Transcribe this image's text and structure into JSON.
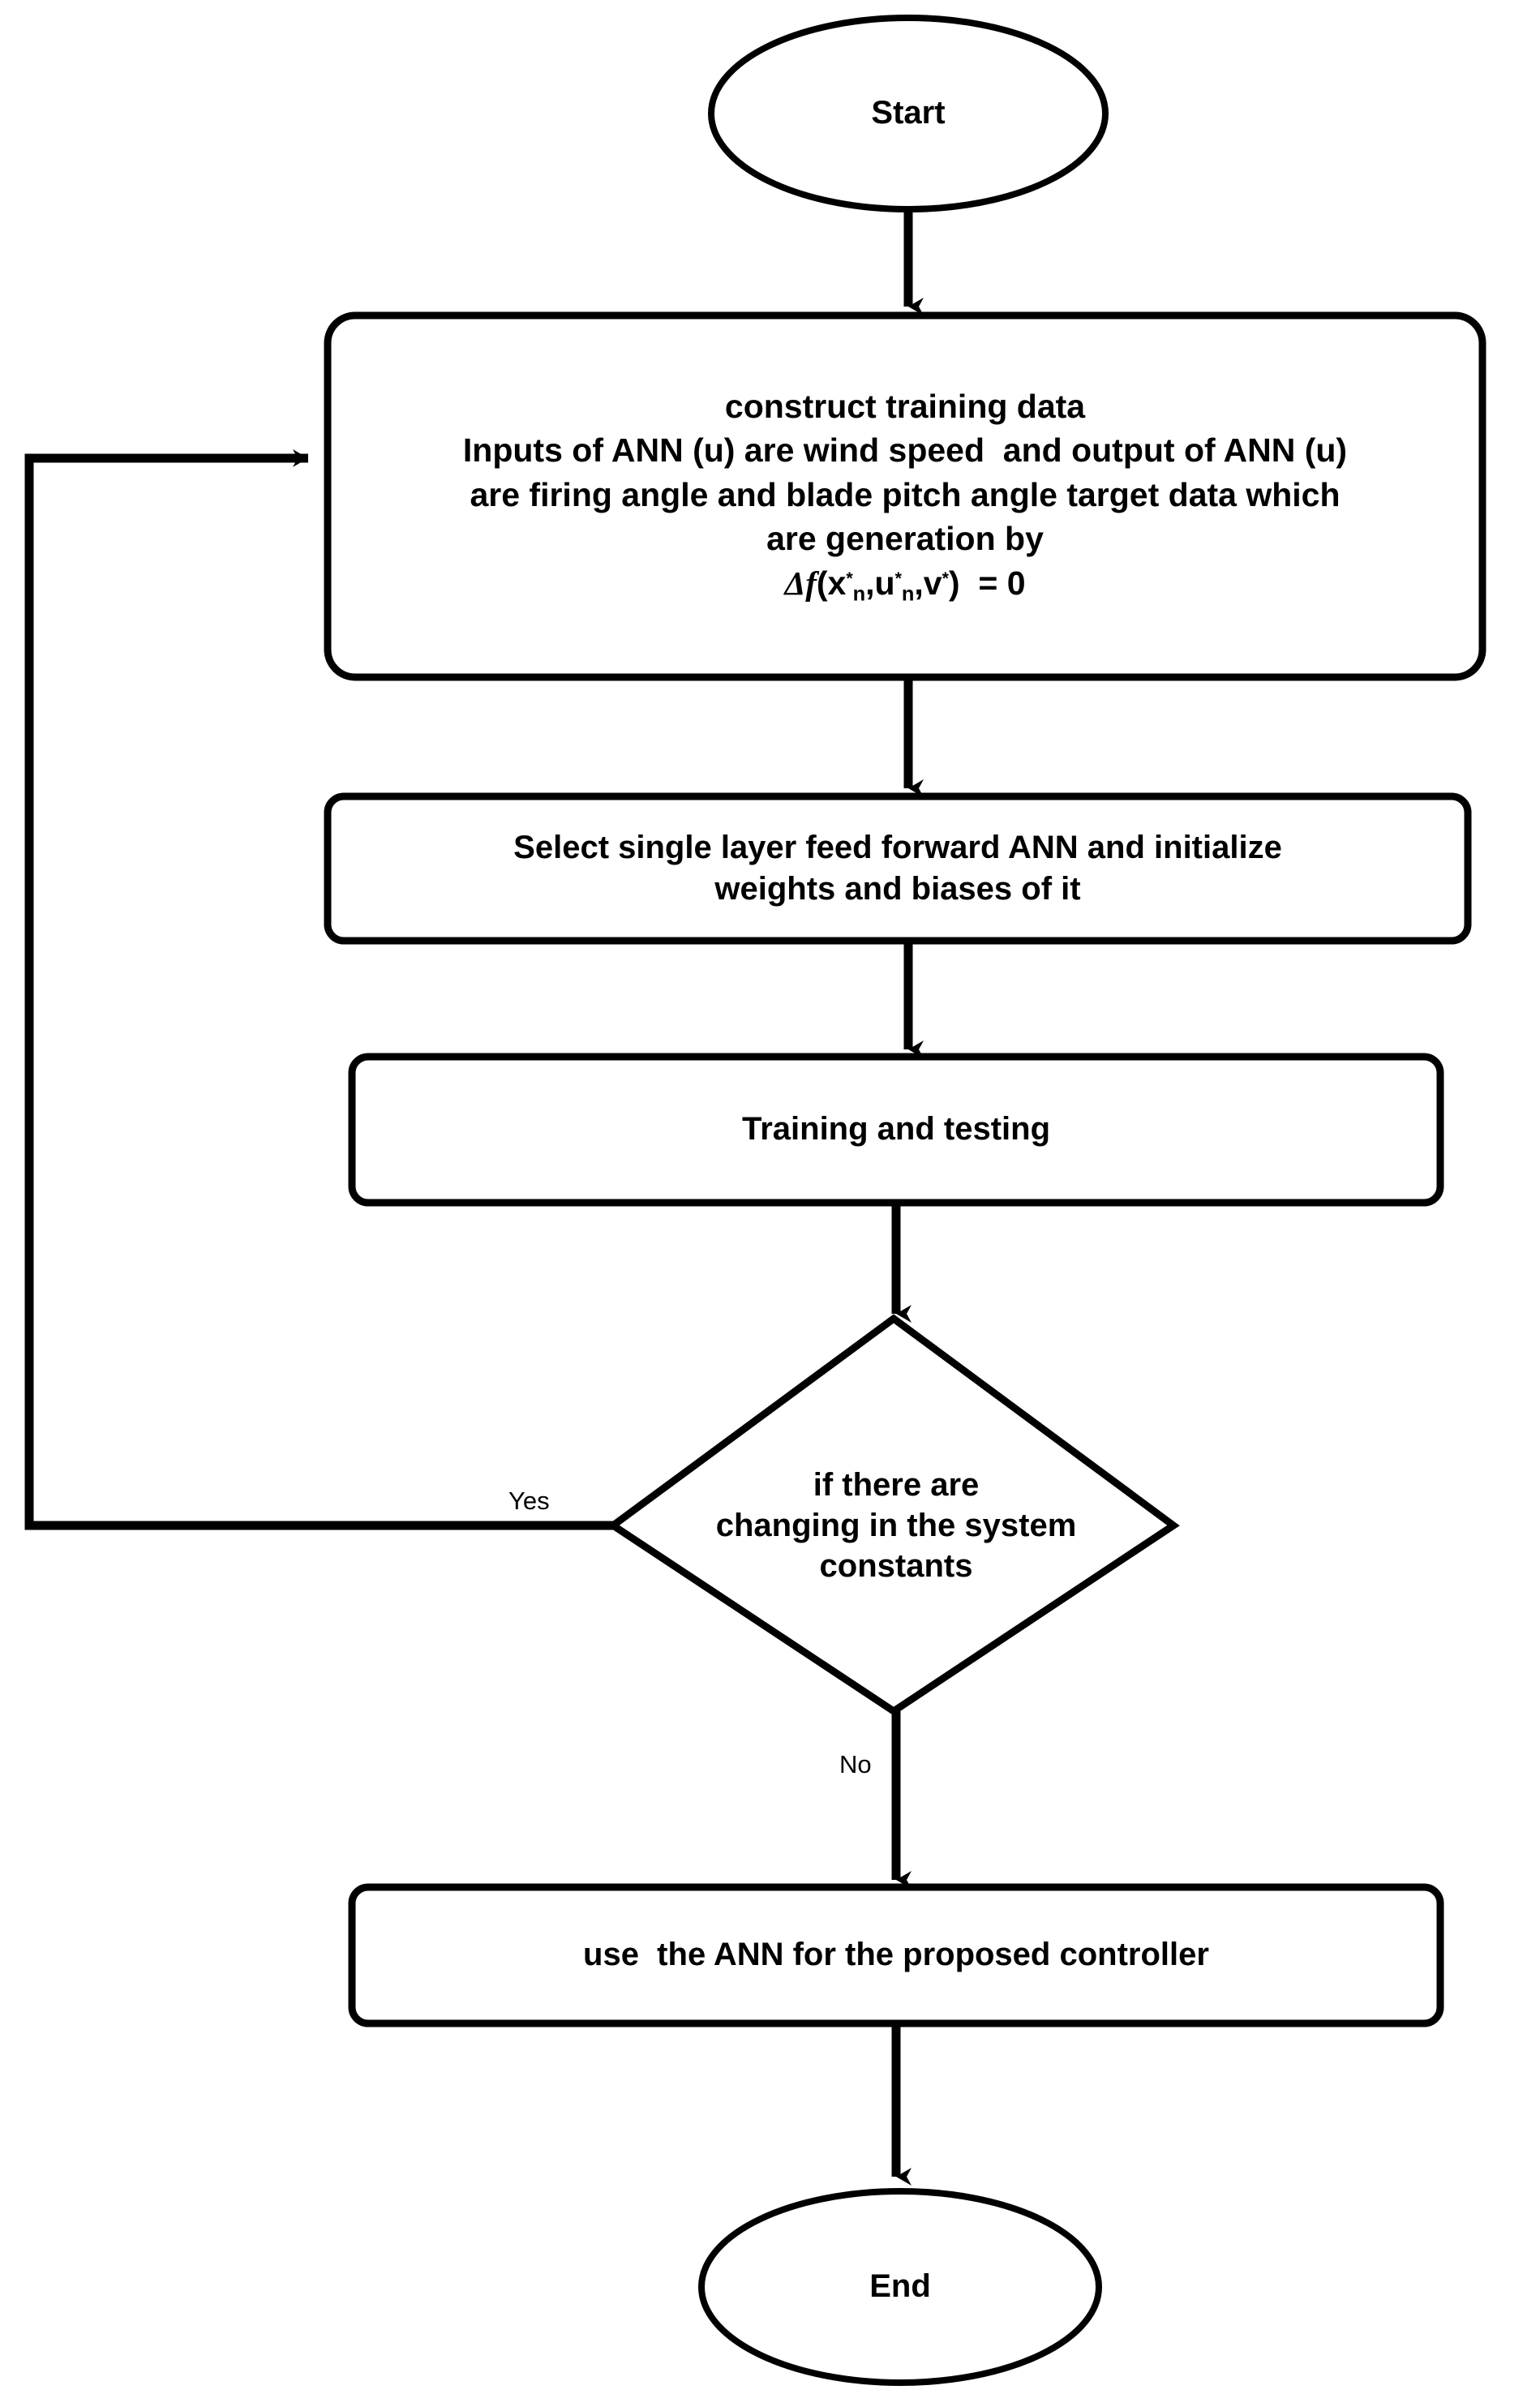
{
  "diagram": {
    "title": "ANN training and deployment flowchart",
    "type": "flowchart",
    "background_color": "#ffffff",
    "stroke_color": "#000000",
    "text_color": "#000000"
  },
  "nodes": {
    "start": {
      "shape": "ellipse",
      "label": "Start"
    },
    "construct_training_data": {
      "shape": "rounded-rectangle",
      "line1": "construct training data",
      "line2": "Inputs of ANN (u) are wind speed  and output of ANN (u)",
      "line3": "are firing angle and blade pitch angle target data which",
      "line4": "are generation by",
      "formula": {
        "delta_f": "Δf",
        "open_paren": "(x",
        "x_sup": "*",
        "x_sub": "n",
        "comma1": ",u",
        "u_sup": "*",
        "u_sub": "n",
        "comma2": ",v",
        "v_sup": "*",
        "close_paren": ")",
        "equals": "= 0",
        "plain": "Δf (x*n ,u*n ,v* )  = 0"
      }
    },
    "select_ann": {
      "shape": "rounded-rectangle",
      "line1": "Select single layer feed forward ANN and initialize",
      "line2": "weights and biases of it"
    },
    "training_testing": {
      "shape": "rounded-rectangle",
      "label": "Training and testing"
    },
    "decision": {
      "shape": "diamond",
      "line1": "if there are",
      "line2": "changing in the system",
      "line3": "constants"
    },
    "use_ann": {
      "shape": "rounded-rectangle",
      "label": "use  the ANN for the proposed controller"
    },
    "end": {
      "shape": "ellipse",
      "label": "End"
    }
  },
  "edges": {
    "start_to_construct": {
      "label": "",
      "arrow": "down-arrow"
    },
    "construct_to_select": {
      "label": "",
      "arrow": "down-arrow"
    },
    "select_to_training": {
      "label": "",
      "arrow": "down-arrow"
    },
    "training_to_decision": {
      "label": "",
      "arrow": "down-arrow"
    },
    "decision_yes_loopback": {
      "label": "Yes",
      "arrow": "right-arrow"
    },
    "decision_no_to_use_ann": {
      "label": "No",
      "arrow": "down-arrow"
    },
    "use_ann_to_end": {
      "label": "",
      "arrow": "down-arrow"
    }
  }
}
